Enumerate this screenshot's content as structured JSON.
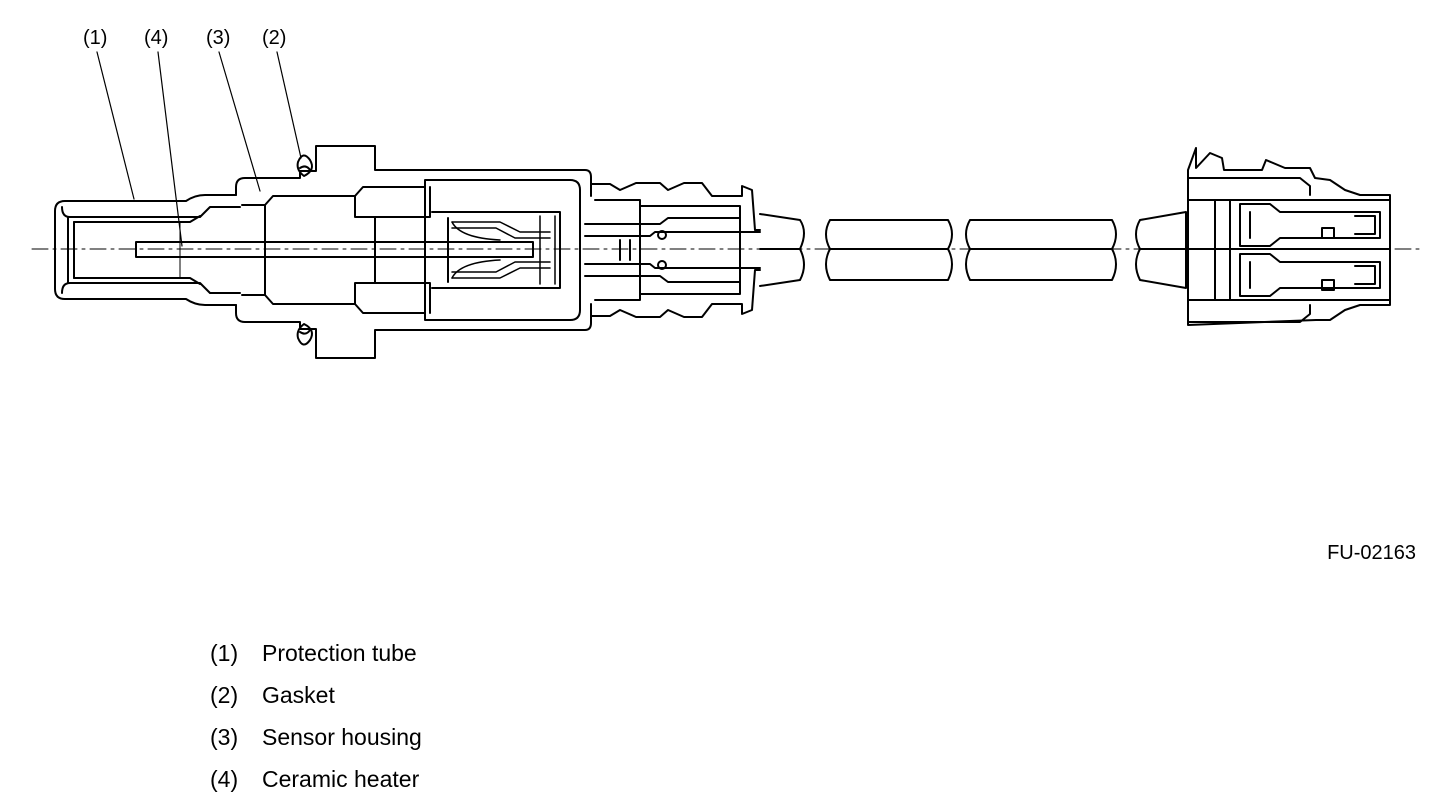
{
  "callouts": [
    {
      "num": "(1)"
    },
    {
      "num": "(4)"
    },
    {
      "num": "(3)"
    },
    {
      "num": "(2)"
    }
  ],
  "figure_id": "FU-02163",
  "legend": [
    {
      "num": "(1)",
      "label": "Protection tube"
    },
    {
      "num": "(2)",
      "label": "Gasket"
    },
    {
      "num": "(3)",
      "label": "Sensor housing"
    },
    {
      "num": "(4)",
      "label": "Ceramic heater"
    }
  ]
}
